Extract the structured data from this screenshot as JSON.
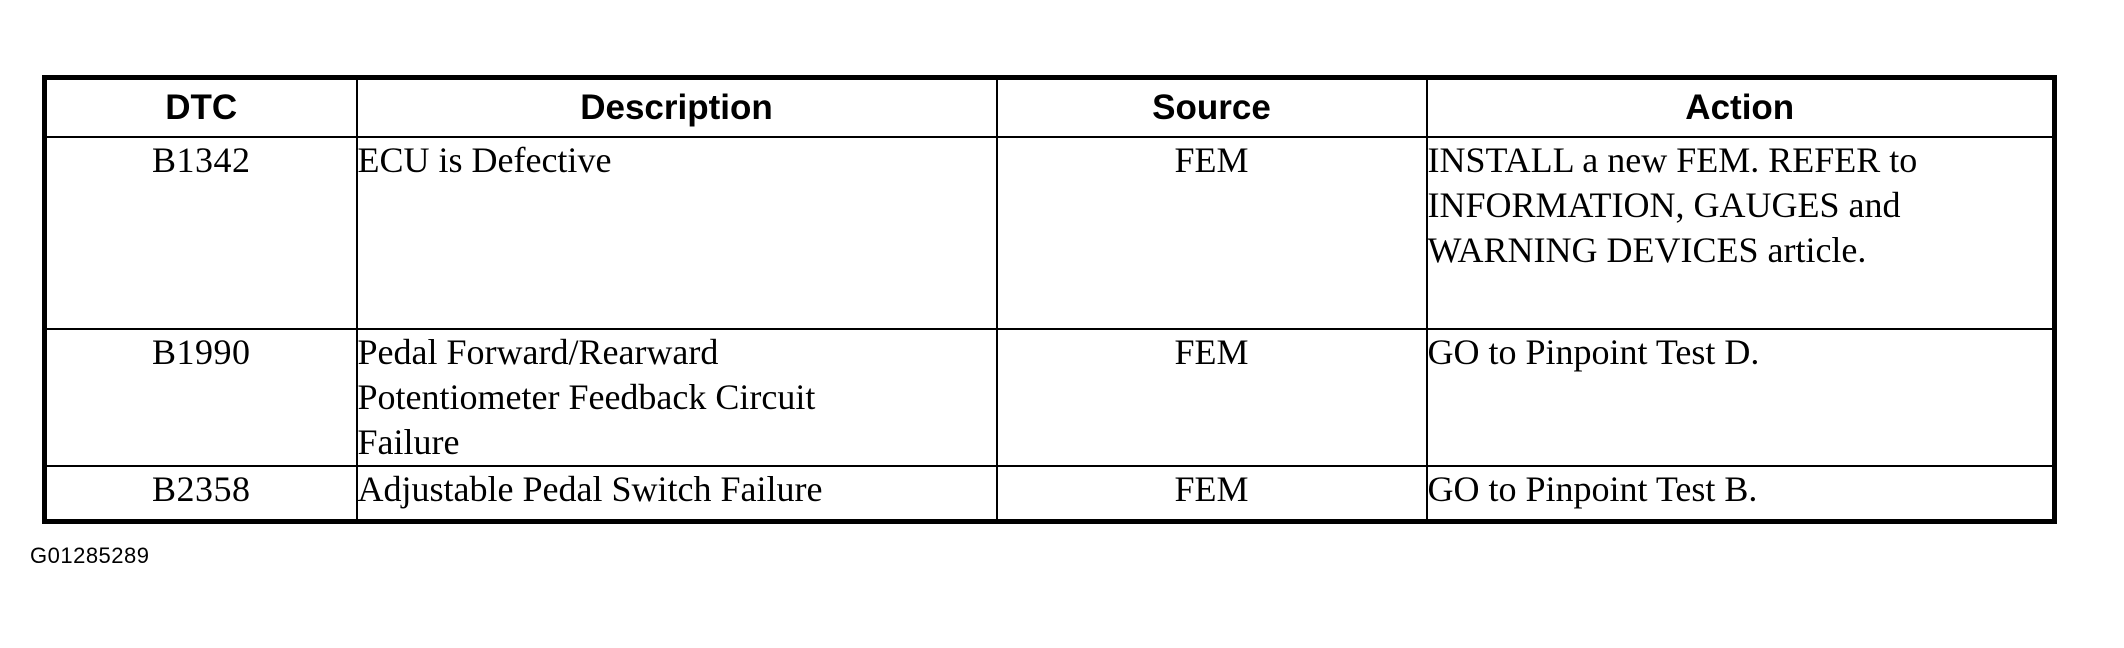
{
  "table": {
    "columns": [
      {
        "key": "dtc",
        "label": "DTC"
      },
      {
        "key": "description",
        "label": "Description"
      },
      {
        "key": "source",
        "label": "Source"
      },
      {
        "key": "action",
        "label": "Action"
      }
    ],
    "rows": [
      {
        "dtc": "B1342",
        "description_lines": [
          "ECU is Defective"
        ],
        "source": "FEM",
        "action_lines": [
          "INSTALL a new FEM. REFER to",
          "INFORMATION, GAUGES and",
          "WARNING DEVICES article."
        ]
      },
      {
        "dtc": "B1990",
        "description_lines": [
          "Pedal Forward/Rearward",
          "Potentiometer Feedback Circuit",
          "Failure"
        ],
        "source": "FEM",
        "action_lines": [
          "GO to Pinpoint Test D."
        ]
      },
      {
        "dtc": "B2358",
        "description_lines": [
          "Adjustable Pedal Switch Failure"
        ],
        "source": "FEM",
        "action_lines": [
          "GO to Pinpoint Test B."
        ]
      }
    ]
  },
  "figure_caption": "G01285289",
  "colors": {
    "text": "#000000",
    "background": "#ffffff",
    "border": "#000000"
  }
}
